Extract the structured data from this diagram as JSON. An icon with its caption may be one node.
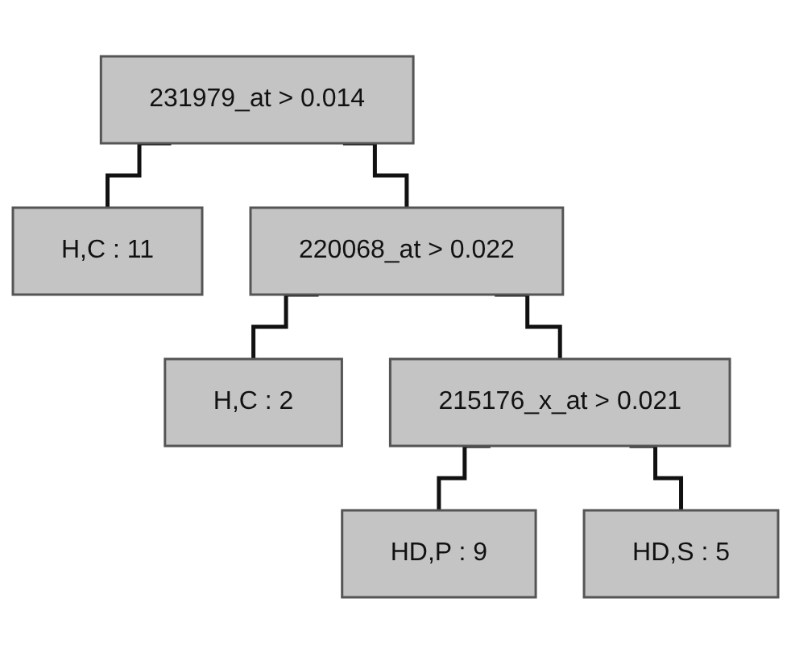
{
  "diagram": {
    "nodes": [
      {
        "text": [
          "231979_at > 0.014"
        ]
      },
      {
        "text": [
          "H,C : 11"
        ]
      },
      {
        "text": [
          "220068_at > 0.022"
        ]
      },
      {
        "text": [
          "H,C : 2"
        ]
      },
      {
        "text": [
          "215176_x_at > 0.021"
        ]
      },
      {
        "text": [
          "HD,P : 9"
        ]
      },
      {
        "text": [
          "HD,S : 5"
        ]
      }
    ],
    "edges": [
      {
        "from": 0,
        "to": 1,
        "arrow": "none"
      },
      {
        "from": 0,
        "to": 2,
        "arrow": "none"
      },
      {
        "from": 2,
        "to": 3,
        "arrow": "none"
      },
      {
        "from": 2,
        "to": 4,
        "arrow": "none"
      },
      {
        "from": 4,
        "to": 5,
        "arrow": "none"
      },
      {
        "from": 4,
        "to": 6,
        "arrow": "none"
      }
    ]
  }
}
